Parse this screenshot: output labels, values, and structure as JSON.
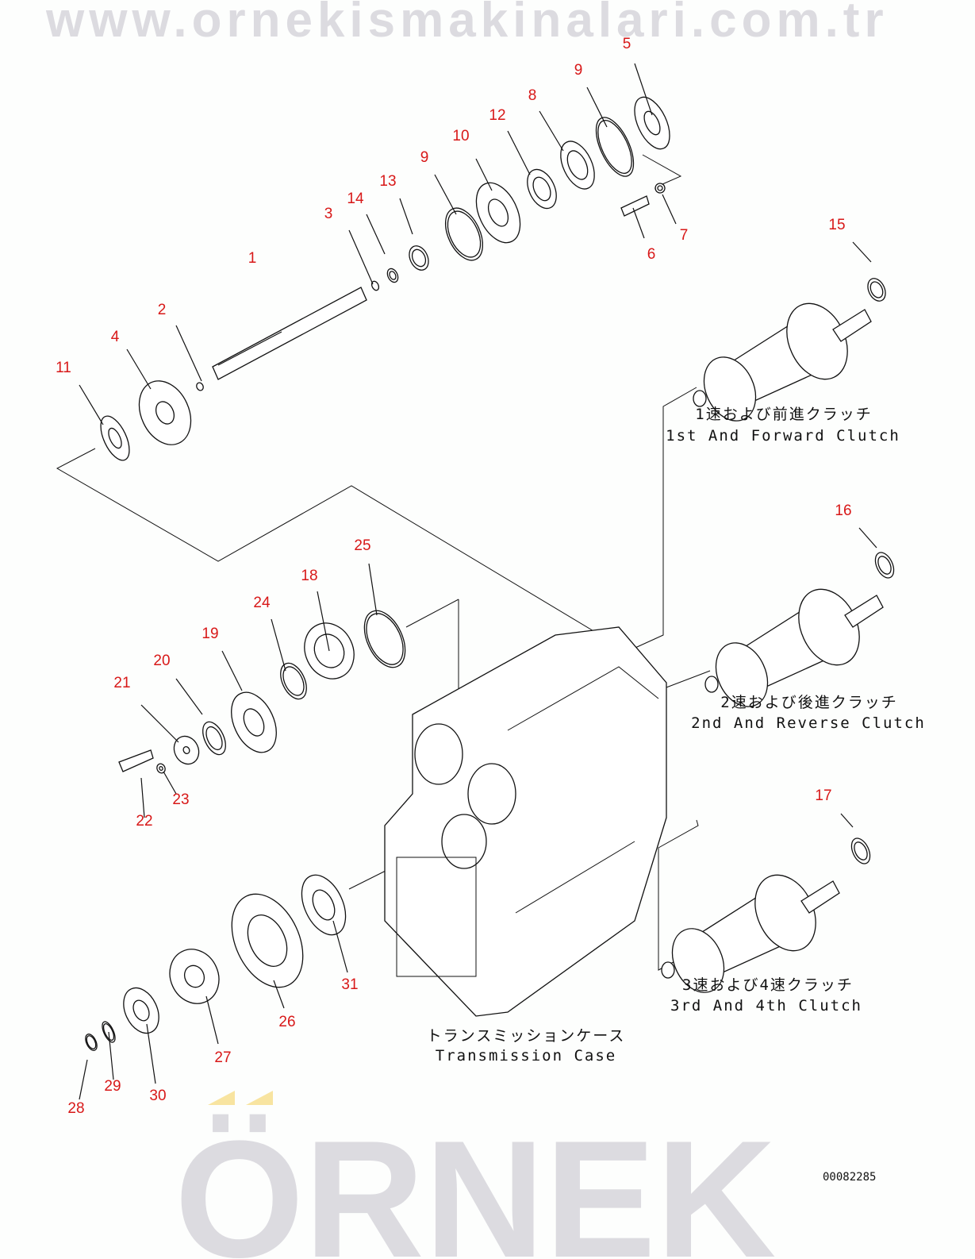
{
  "watermark": {
    "brand": "ÖRNEK",
    "url": "www.ornekismakinalari.com.tr",
    "accent_color": "#f8e4a0",
    "text_color": "#dcdbe0"
  },
  "callouts": [
    "1",
    "2",
    "3",
    "4",
    "5",
    "6",
    "7",
    "8",
    "9",
    "9",
    "10",
    "11",
    "12",
    "13",
    "14",
    "15",
    "16",
    "17",
    "18",
    "19",
    "20",
    "21",
    "22",
    "23",
    "24",
    "25",
    "26",
    "27",
    "28",
    "29",
    "30",
    "31"
  ],
  "callout_color": "#d81818",
  "assemblies": {
    "clutch_1": {
      "jp": "1速および前進クラッチ",
      "en": "1st And Forward Clutch"
    },
    "clutch_2": {
      "jp": "2速および後進クラッチ",
      "en": "2nd And Reverse Clutch"
    },
    "clutch_3": {
      "jp": "3速および4速クラッチ",
      "en": "3rd And 4th Clutch"
    },
    "case": {
      "jp": "トランスミッションケース",
      "en": "Transmission Case"
    }
  },
  "document_number": "00082285"
}
